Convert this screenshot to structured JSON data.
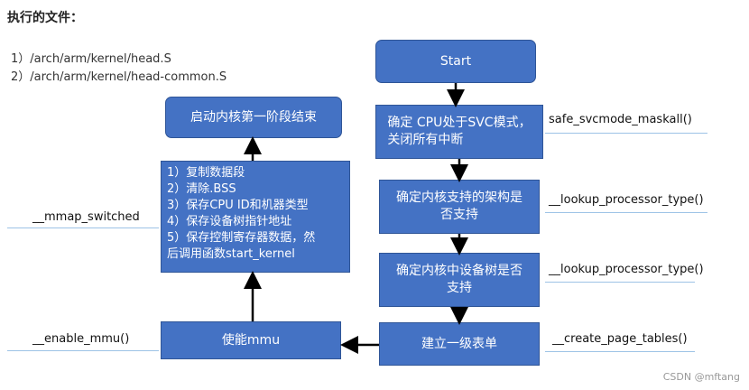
{
  "title": "执行的文件：",
  "files": [
    "1）/arch/arm/kernel/head.S",
    "2）/arch/arm/kernel/head-common.S"
  ],
  "boxes": {
    "start": "Start",
    "check_cpu": [
      "确定 CPU处于SVC模式，",
      "关闭所有中断"
    ],
    "check_arch": [
      "确定内核支持的架构是",
      "否支持"
    ],
    "check_dtb": [
      "确定内核中设备树是否",
      "支持"
    ],
    "create_tables": "建立一级表单",
    "enable_mmu": "使能mmu",
    "steps": [
      "1）复制数据段",
      "2）清除.BSS",
      "3）保存CPU ID和机器类型",
      "4）保存设备树指针地址",
      "5）保存控制寄存器数据，然",
      "后调用函数start_kernel"
    ],
    "end": "启动内核第一阶段结束"
  },
  "functions": {
    "safe_svcmode": "safe_svcmode_maskall()",
    "lookup_type_1": "__lookup_processor_type()",
    "lookup_type_2": "__lookup_processor_type()",
    "create_page_tables": "__create_page_tables()",
    "mmap_switched": "__mmap_switched",
    "enable_mmu": "__enable_mmu()"
  },
  "watermark": "CSDN @mftang",
  "colors": {
    "box": "#4472c4",
    "box_border": "#2f5597",
    "underline": "#9dc3e6",
    "arrow": "#000000"
  }
}
